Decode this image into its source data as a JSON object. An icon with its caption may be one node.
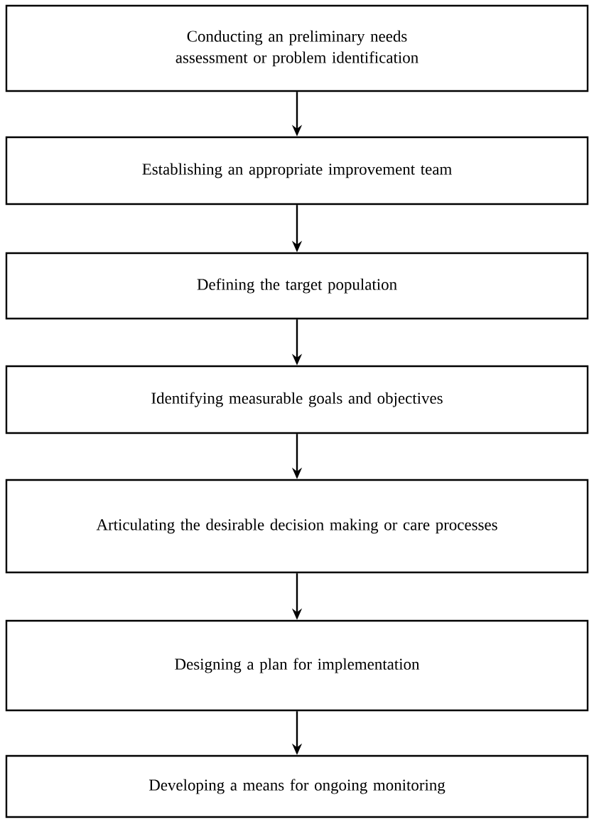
{
  "diagram": {
    "nodes": [
      {
        "text": [
          "Conducting an preliminary needs assessment or problem identification"
        ]
      },
      {
        "text": [
          "Establishing an appropriate improvement team"
        ]
      },
      {
        "text": [
          "Defining the target population"
        ]
      },
      {
        "text": [
          "Identifying measurable goals and objectives"
        ]
      },
      {
        "text": [
          "Articulating the desirable decision making or care processes"
        ]
      },
      {
        "text": [
          "Designing a plan for implementation"
        ]
      },
      {
        "text": [
          "Developing a means for ongoing monitoring"
        ]
      }
    ],
    "edges": [
      {
        "from": 0,
        "to": 1,
        "arrow": "to"
      },
      {
        "from": 1,
        "to": 2,
        "arrow": "to"
      },
      {
        "from": 2,
        "to": 3,
        "arrow": "to"
      },
      {
        "from": 3,
        "to": 4,
        "arrow": "to"
      },
      {
        "from": 4,
        "to": 5,
        "arrow": "to"
      },
      {
        "from": 5,
        "to": 6,
        "arrow": "to"
      }
    ]
  }
}
